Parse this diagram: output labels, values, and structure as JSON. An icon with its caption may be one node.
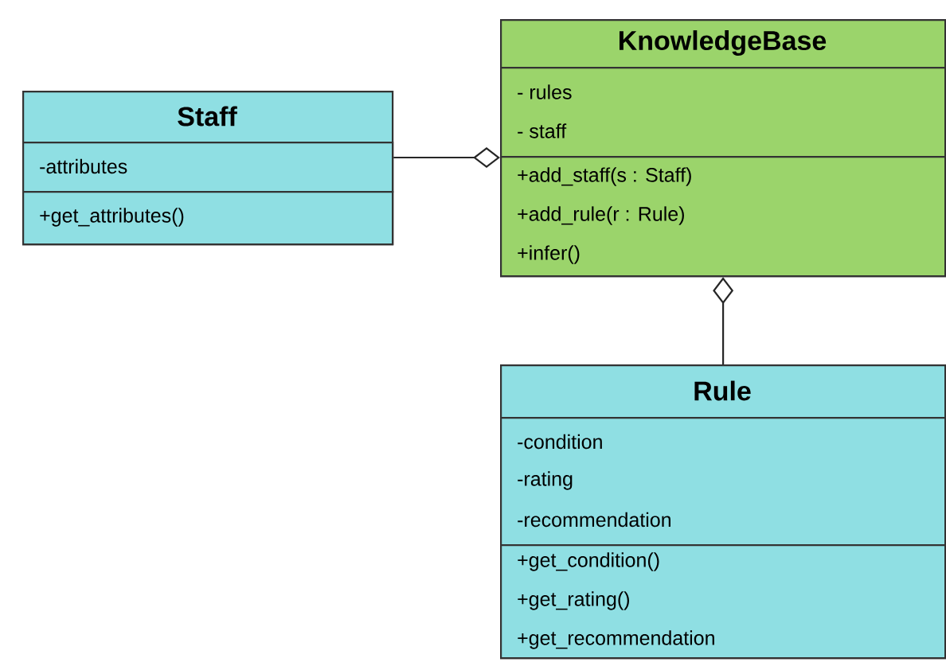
{
  "diagram": {
    "nodes": [
      {
        "text": [
          "Staff"
        ]
      },
      {
        "text": [
          "-attributes"
        ],
        "in": 0
      },
      {
        "text": [
          "+get_attributes()"
        ],
        "in": 0
      },
      {
        "text": [
          "KnowledgeBase"
        ]
      },
      {
        "text": [
          "- rules",
          "- staff"
        ],
        "in": 3
      },
      {
        "text": [
          "+add_staff(s : Staff)",
          "+add_rule(r : Rule)",
          "+infer()"
        ],
        "in": 3
      },
      {
        "text": [
          "Rule"
        ]
      },
      {
        "text": [
          "-condition",
          "-rating",
          "-recommendation"
        ],
        "in": 6
      },
      {
        "text": [
          "+get_condition()",
          "+get_rating()",
          "+get_recommendation"
        ],
        "in": 6
      }
    ],
    "edges": [
      {
        "from": 0,
        "to": 3,
        "arrow": "other"
      },
      {
        "from": 6,
        "to": 3,
        "arrow": "other"
      }
    ]
  }
}
